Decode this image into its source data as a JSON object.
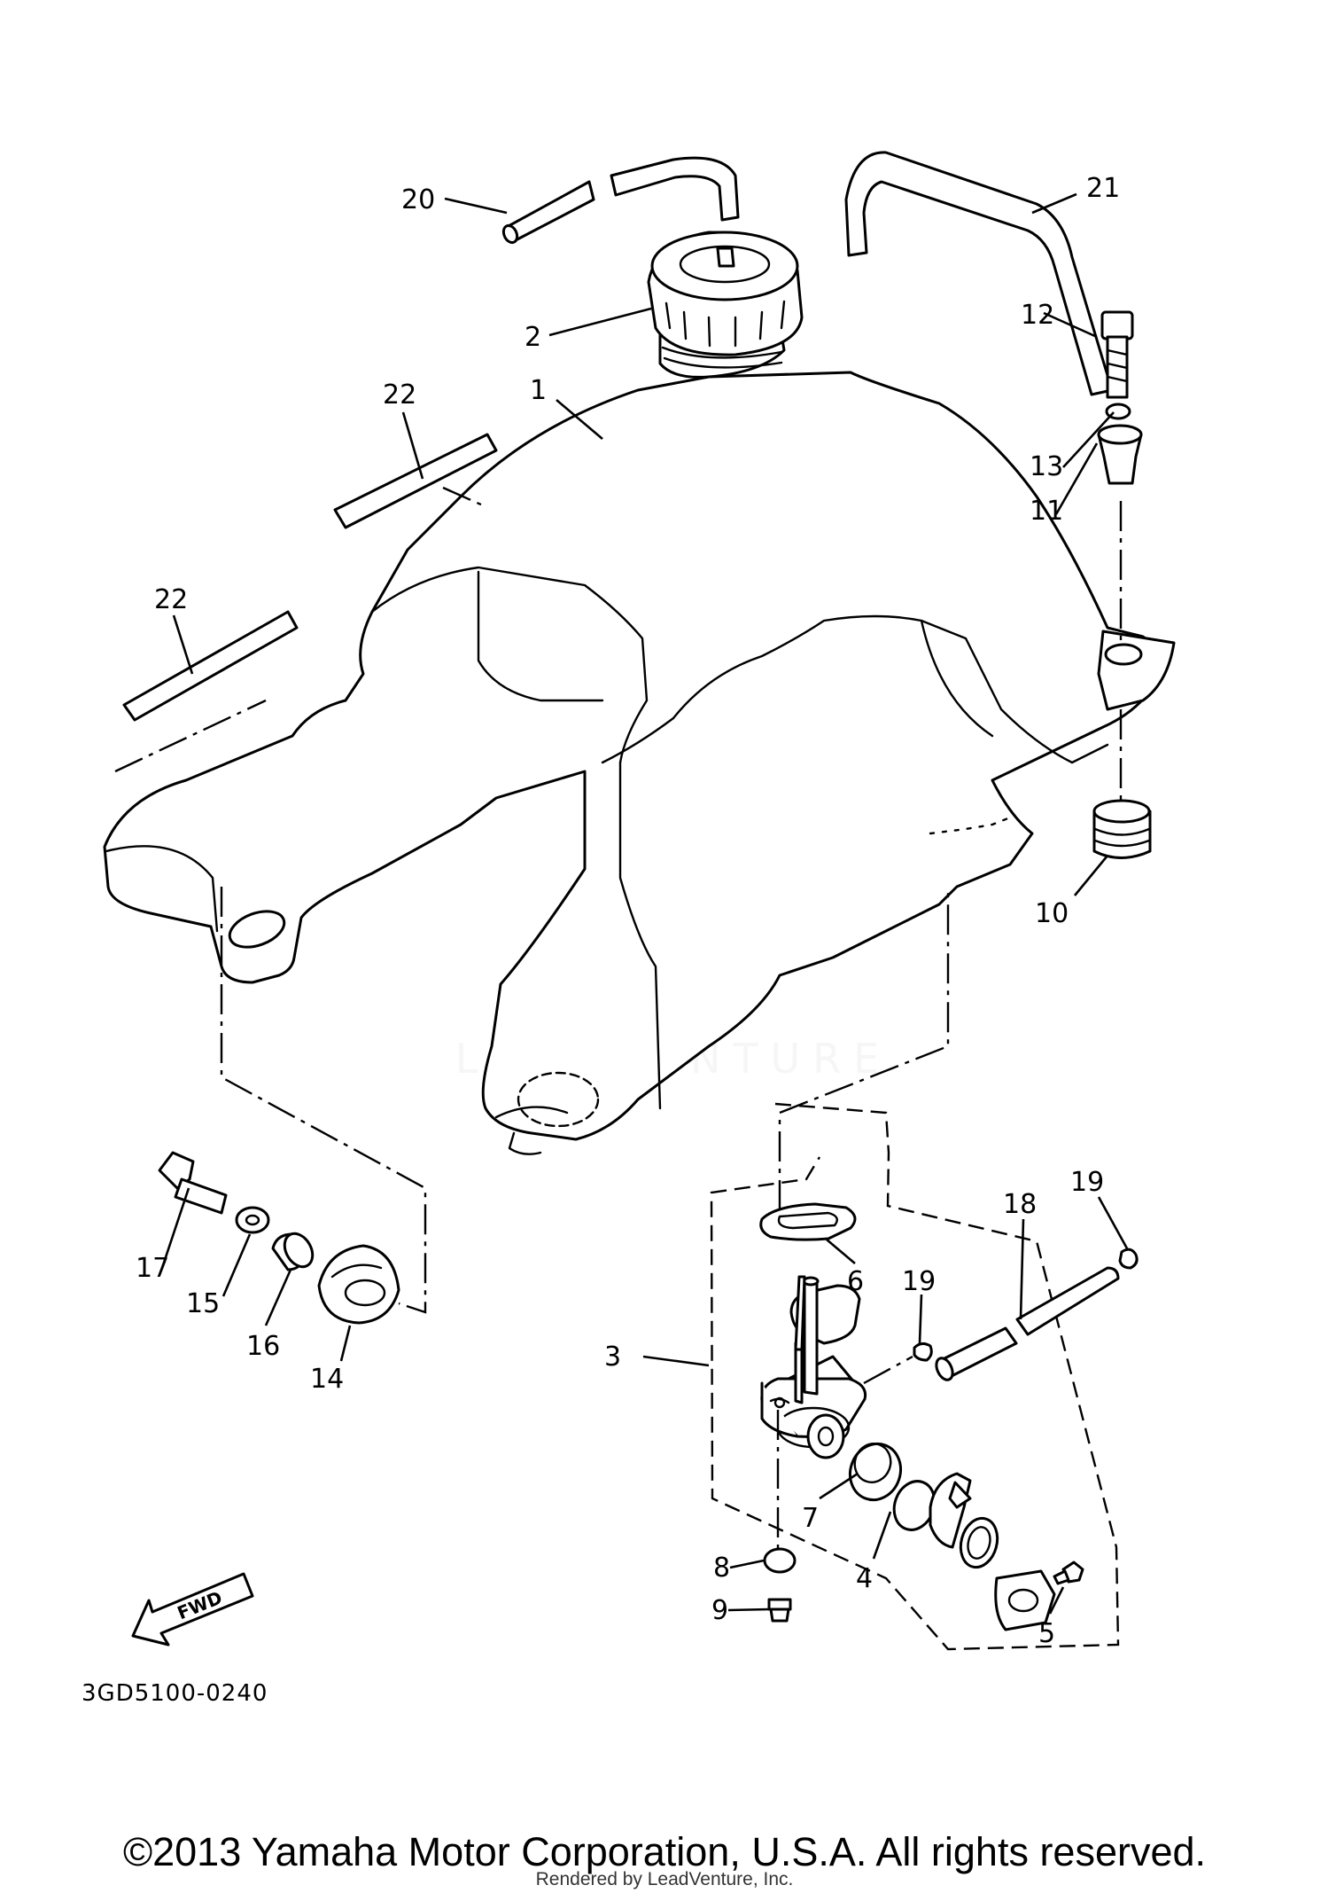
{
  "diagram": {
    "callouts": [
      "1",
      "2",
      "3",
      "4",
      "5",
      "6",
      "7",
      "8",
      "9",
      "10",
      "11",
      "12",
      "13",
      "14",
      "15",
      "16",
      "17",
      "18",
      "19",
      "19",
      "20",
      "21",
      "22",
      "22"
    ],
    "drawing_code": "3GD5100-0240",
    "fwd_label": "FWD",
    "watermark": "LEADVENTURE"
  },
  "footer": {
    "copyright": "©2013 Yamaha Motor Corporation, U.S.A. All rights reserved.",
    "rendered_by": "Rendered by LeadVenture, Inc."
  }
}
